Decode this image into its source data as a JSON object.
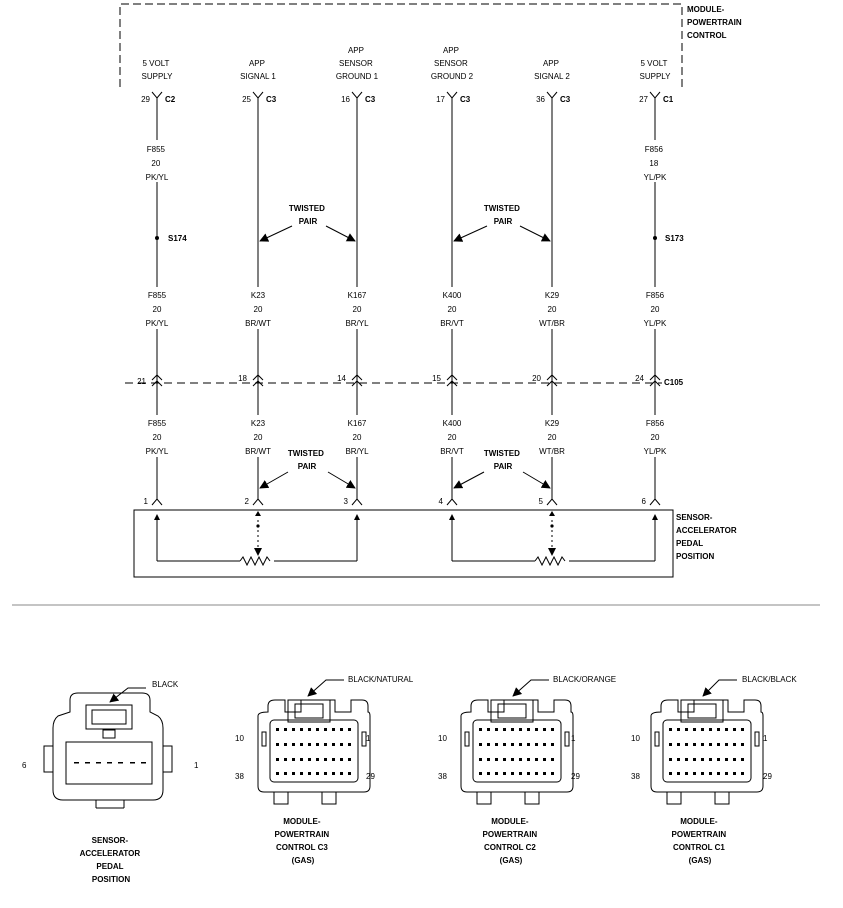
{
  "module_pcm": {
    "label": [
      "MODULE-",
      "POWERTRAIN",
      "CONTROL"
    ]
  },
  "pcm_pins": [
    {
      "label": [
        "5 VOLT",
        "SUPPLY"
      ],
      "pin": "29",
      "conn": "C2"
    },
    {
      "label": [
        "APP",
        "SIGNAL 1"
      ],
      "pin": "25",
      "conn": "C3"
    },
    {
      "label": [
        "APP",
        "SENSOR",
        "GROUND 1"
      ],
      "pin": "16",
      "conn": "C3"
    },
    {
      "label": [
        "APP",
        "SENSOR",
        "GROUND 2"
      ],
      "pin": "17",
      "conn": "C3"
    },
    {
      "label": [
        "APP",
        "SIGNAL 2"
      ],
      "pin": "36",
      "conn": "C3"
    },
    {
      "label": [
        "5 VOLT",
        "SUPPLY"
      ],
      "pin": "27",
      "conn": "C1"
    }
  ],
  "wires_upper": [
    {
      "code": "F855",
      "gauge": "20",
      "color": "PK/YL"
    },
    null,
    null,
    null,
    null,
    {
      "code": "F856",
      "gauge": "18",
      "color": "YL/PK"
    }
  ],
  "splices": [
    {
      "wire_index": 0,
      "label": "S174"
    },
    {
      "wire_index": 5,
      "label": "S173"
    }
  ],
  "twisted_pair_label": [
    "TWISTED",
    "PAIR"
  ],
  "wires_mid": [
    {
      "code": "F855",
      "gauge": "20",
      "color": "PK/YL"
    },
    {
      "code": "K23",
      "gauge": "20",
      "color": "BR/WT"
    },
    {
      "code": "K167",
      "gauge": "20",
      "color": "BR/YL"
    },
    {
      "code": "K400",
      "gauge": "20",
      "color": "BR/VT"
    },
    {
      "code": "K29",
      "gauge": "20",
      "color": "WT/BR"
    },
    {
      "code": "F856",
      "gauge": "20",
      "color": "YL/PK"
    }
  ],
  "c105": {
    "label": "C105",
    "pins": [
      "21",
      "18",
      "14",
      "15",
      "20",
      "24"
    ]
  },
  "wires_lower": [
    {
      "code": "F855",
      "gauge": "20",
      "color": "PK/YL"
    },
    {
      "code": "K23",
      "gauge": "20",
      "color": "BR/WT"
    },
    {
      "code": "K167",
      "gauge": "20",
      "color": "BR/YL"
    },
    {
      "code": "K400",
      "gauge": "20",
      "color": "BR/VT"
    },
    {
      "code": "K29",
      "gauge": "20",
      "color": "WT/BR"
    },
    {
      "code": "F856",
      "gauge": "20",
      "color": "YL/PK"
    }
  ],
  "sensor_pins": [
    "1",
    "2",
    "3",
    "4",
    "5",
    "6"
  ],
  "sensor_app": {
    "label": [
      "SENSOR-",
      "ACCELERATOR",
      "PEDAL",
      "POSITION"
    ]
  },
  "connectors": [
    {
      "color_label": "BLACK",
      "name": [
        "SENSOR-",
        "ACCELERATOR",
        "PEDAL",
        "POSITION"
      ],
      "left_pin": "6",
      "right_pin": "1"
    },
    {
      "color_label": "BLACK/NATURAL",
      "name": [
        "MODULE-",
        "POWERTRAIN",
        "CONTROL C3",
        "(GAS)"
      ],
      "pins": [
        "10",
        "1",
        "38",
        "29"
      ]
    },
    {
      "color_label": "BLACK/ORANGE",
      "name": [
        "MODULE-",
        "POWERTRAIN",
        "CONTROL C2",
        "(GAS)"
      ],
      "pins": [
        "10",
        "1",
        "38",
        "29"
      ]
    },
    {
      "color_label": "BLACK/BLACK",
      "name": [
        "MODULE-",
        "POWERTRAIN",
        "CONTROL C1",
        "(GAS)"
      ],
      "pins": [
        "10",
        "1",
        "38",
        "29"
      ]
    }
  ]
}
